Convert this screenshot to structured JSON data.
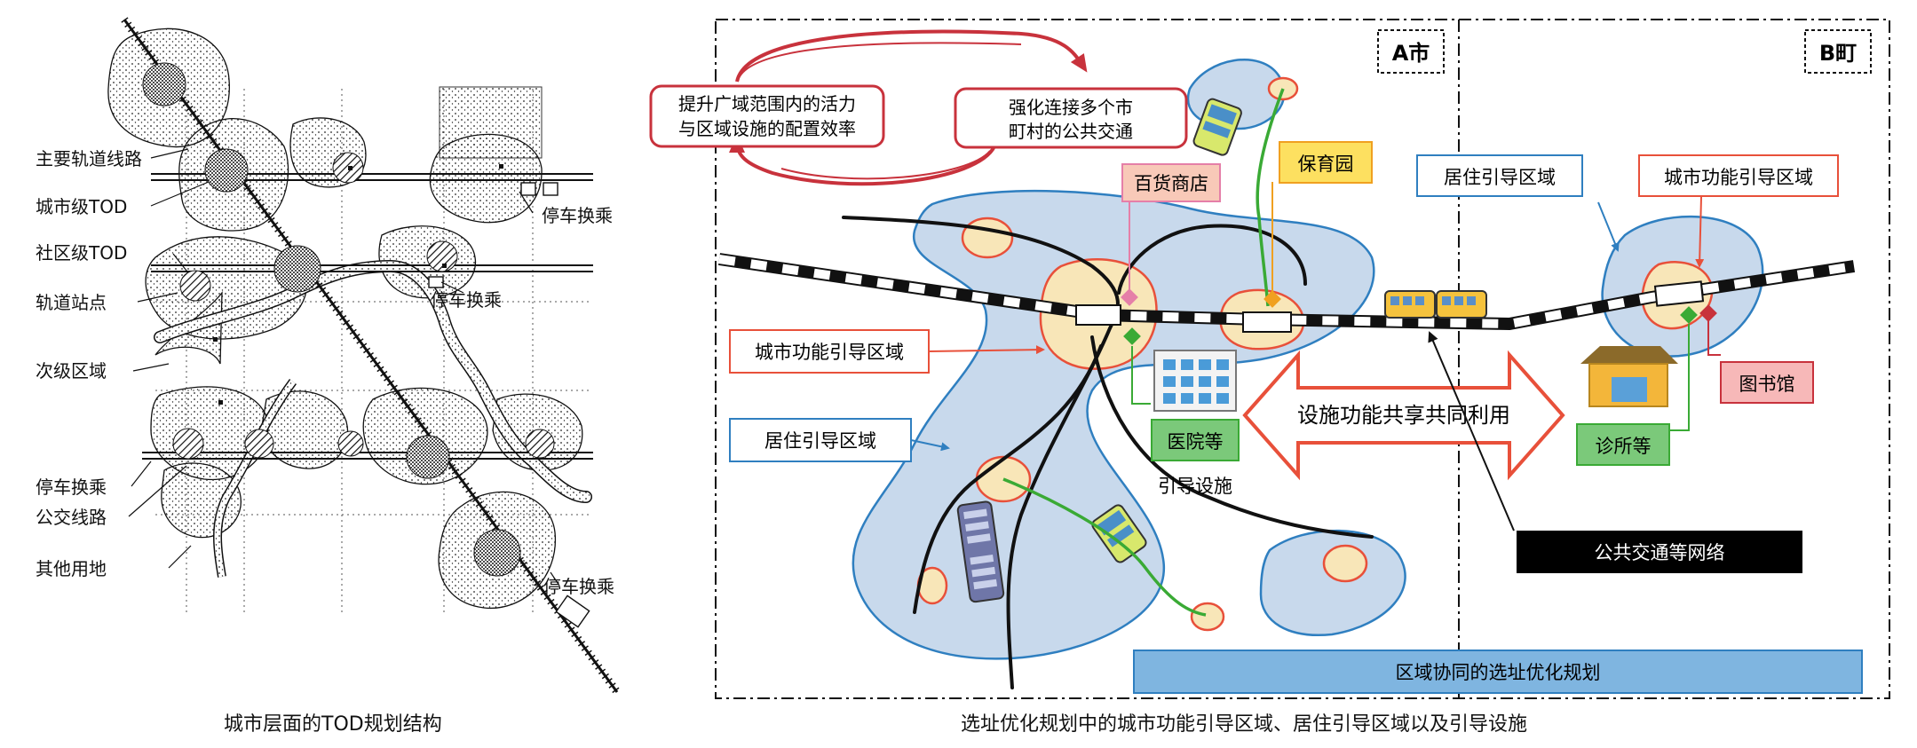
{
  "left_panel": {
    "caption": "城市层面的TOD规划结构",
    "labels": {
      "main_rail": "主要轨道线路",
      "city_tod": "城市级TOD",
      "community_tod": "社区级TOD",
      "rail_station": "轨道站点",
      "secondary_area": "次级区域",
      "park_ride": "停车换乘",
      "bus_line": "公交线路",
      "other_land": "其他用地",
      "park_ride_1": "停车换乘",
      "park_ride_2": "停车换乘",
      "park_ride_3": "停车换乘"
    }
  },
  "right_panel": {
    "caption": "选址优化规划中的城市功能引导区域、居住引导区域以及引导设施",
    "city_a": "A市",
    "town_b": "B町",
    "goal_1": "提升广域范围内的活力\n与区域设施的配置效率",
    "goal_1_line1": "提升广域范围内的活力",
    "goal_1_line2": "与区域设施的配置效率",
    "goal_2_line1": "强化连接多个市",
    "goal_2_line2": "町村的公共交通",
    "dept_store": "百货商店",
    "nursery": "保育园",
    "residential_label_b": "居住引导区域",
    "urban_label_b": "城市功能引导区域",
    "urban_label_a": "城市功能引导区域",
    "residential_label_a": "居住引导区域",
    "share_facilities": "设施功能共享共同利用",
    "hospital": "医院等",
    "guide_facility": "引导设施",
    "clinic": "诊所等",
    "library": "图书馆",
    "transit_network": "公共交通等网络",
    "regional_plan": "区域协同的选址优化规划"
  },
  "colors": {
    "region_fill": "#c8d9ec",
    "region_stroke": "#2f7fc0",
    "core_fill": "#f8e6b8",
    "core_stroke": "#e8503a",
    "red_accent": "#c8323c",
    "green_accent": "#3aaa35",
    "orange_accent": "#f0a020",
    "pink_accent": "#e57fa8",
    "band_fill": "#7fb5e0",
    "black_box": "#000000"
  }
}
